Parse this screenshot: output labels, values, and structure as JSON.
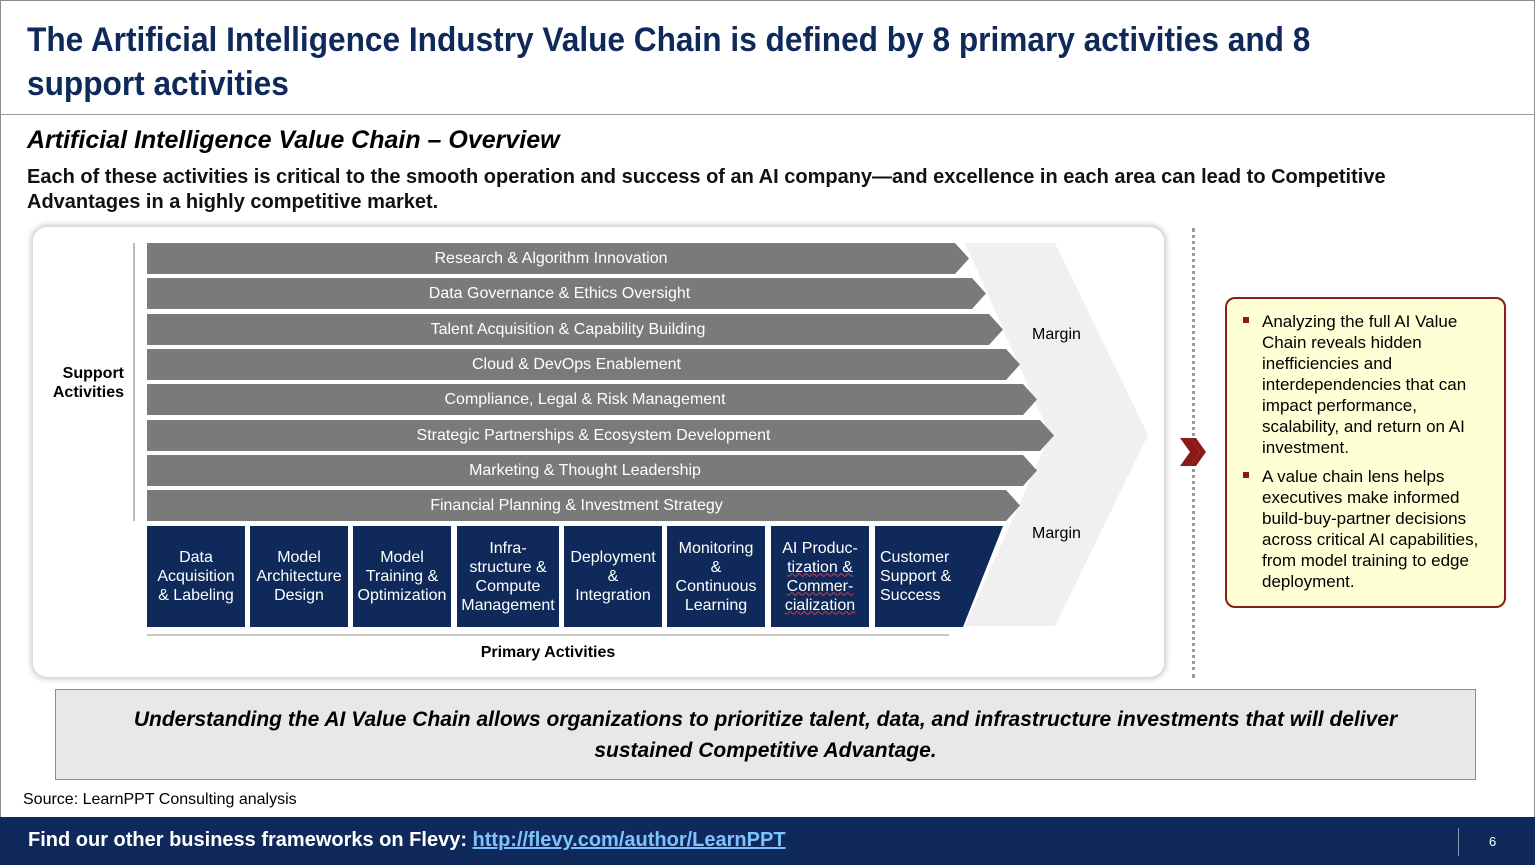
{
  "header": {
    "title": "The Artificial Intelligence Industry Value Chain is defined by 8 primary activities and 8 support activities"
  },
  "section": {
    "subtitle": "Artificial Intelligence Value Chain – Overview",
    "lead": "Each of these activities is critical to the smooth operation and success of an AI company—and excellence in each area can lead to Competitive Advantages in a highly competitive market."
  },
  "diagram": {
    "support_label": "Support Activities",
    "support_activities": [
      "Research & Algorithm Innovation",
      "Data Governance & Ethics Oversight",
      "Talent Acquisition & Capability Building",
      "Cloud & DevOps Enablement",
      "Compliance, Legal & Risk Management",
      "Strategic Partnerships & Ecosystem Development",
      "Marketing & Thought Leadership",
      "Financial Planning & Investment Strategy"
    ],
    "margin_top": "Margin",
    "margin_bottom": "Margin",
    "primary_label": "Primary Activities",
    "primary_activities": [
      [
        "Data",
        "Acquisition",
        "& Labeling"
      ],
      [
        "Model",
        "Architecture",
        "Design"
      ],
      [
        "Model",
        "Training &",
        "Optimization"
      ],
      [
        "Infra-",
        "structure &",
        "Compute",
        "Management"
      ],
      [
        "Deployment",
        "&",
        "Integration"
      ],
      [
        "Monitoring",
        "&",
        "Continuous",
        "Learning"
      ],
      [
        "AI Produc-",
        "tization &",
        "Commer-",
        "cialization"
      ],
      [
        "Customer",
        "Support &",
        "Success"
      ]
    ],
    "colors": {
      "support_bar": "#7a7a7a",
      "primary_box": "#0f2a5a",
      "margin_arrow": "#f0f0f0",
      "accent": "#8b1a1a"
    }
  },
  "callout": {
    "bullets": [
      "Analyzing the full AI Value Chain reveals hidden inefficiencies and interdependencies that can impact performance, scalability, and return on AI investment.",
      "A value chain lens helps executives make informed build-buy-partner decisions across critical AI capabilities, from model training to edge deployment."
    ],
    "icon": "double-chevron-right-icon"
  },
  "summary": {
    "text": "Understanding the AI Value Chain allows organizations to prioritize talent, data, and infrastructure investments that will deliver sustained Competitive Advantage."
  },
  "source": "Source: LearnPPT Consulting analysis",
  "footer": {
    "text": "Find our other business frameworks on Flevy: ",
    "link": "http://flevy.com/author/LearnPPT",
    "page": "6"
  }
}
